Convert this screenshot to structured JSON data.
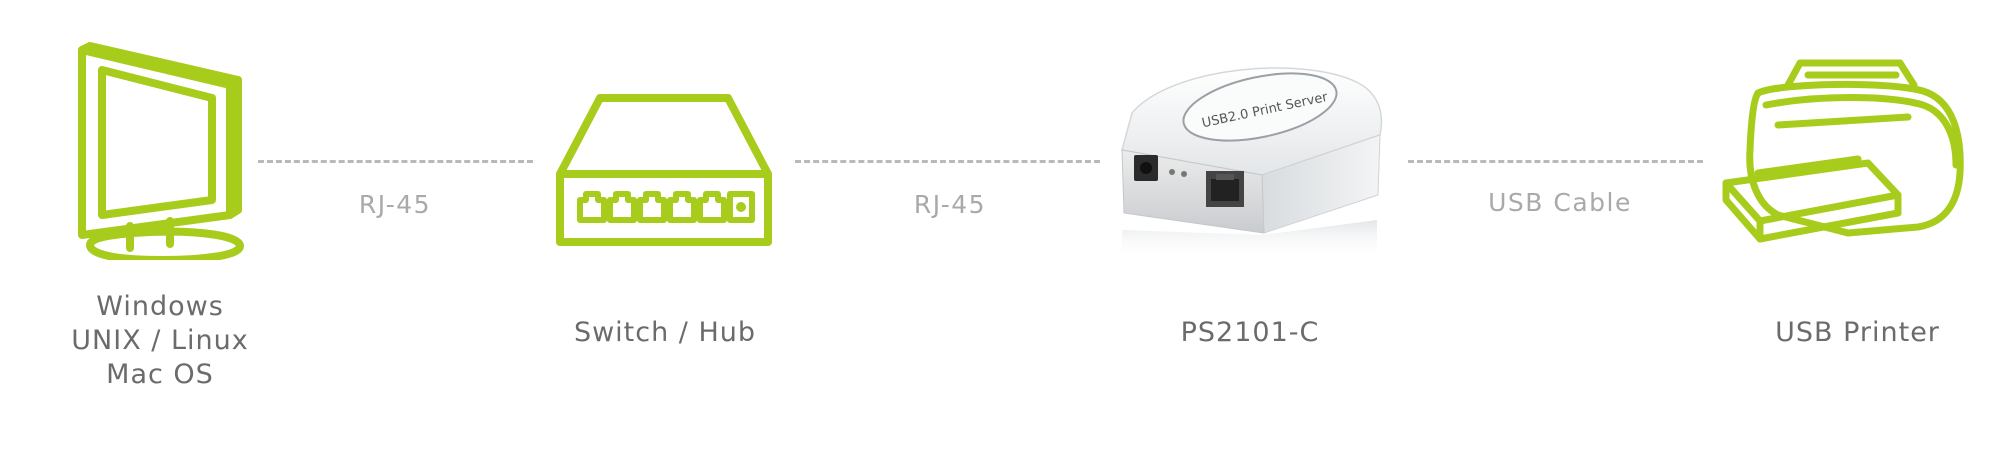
{
  "nodes": {
    "computer": {
      "line1": "Windows",
      "line2": "UNIX / Linux",
      "line3": "Mac OS",
      "icon": "monitor-icon"
    },
    "switch": {
      "label": "Switch / Hub",
      "icon": "network-switch-icon"
    },
    "print_server": {
      "label": "PS2101-C",
      "device_text": "USB2.0 Print Server",
      "icon": "print-server-device-image"
    },
    "printer": {
      "label": "USB Printer",
      "icon": "printer-icon"
    }
  },
  "links": {
    "link1": "RJ-45",
    "link2": "RJ-45",
    "link3": "USB Cable"
  },
  "colors": {
    "accent": "#a8cc1c",
    "label_text": "#6b6b6b",
    "link_text": "#a9a9a9",
    "dashed_line": "#b9b9b9"
  }
}
